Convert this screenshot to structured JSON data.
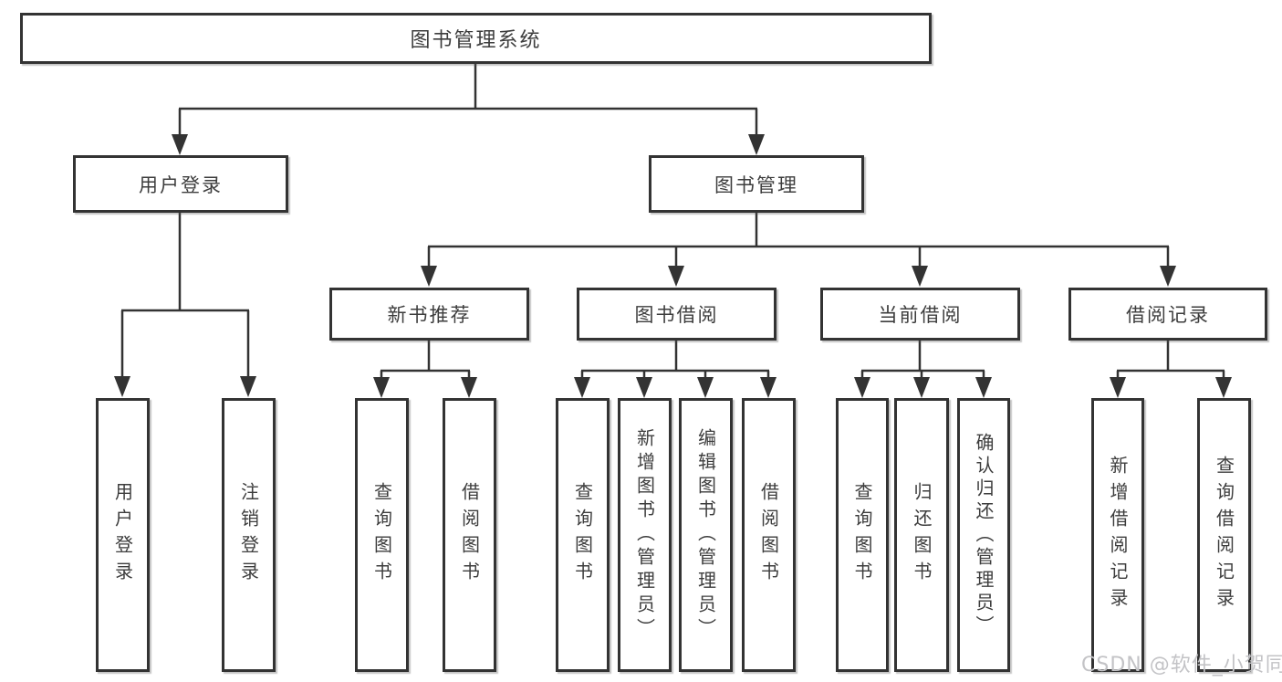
{
  "diagram_title": "图书管理系统",
  "colors": {
    "line": "#333333",
    "box_border": "#333333",
    "text": "#3d3d3d",
    "background": "#ffffff",
    "watermark": "#c3c3c6"
  },
  "nodes": {
    "root": "图书管理系统",
    "level2": {
      "user_login": "用户登录",
      "book_mgmt": "图书管理"
    },
    "level3": {
      "new_book_rec": "新书推荐",
      "book_borrow": "图书借阅",
      "current_borrow": "当前借阅",
      "borrow_record": "借阅记录"
    },
    "leaves": {
      "user_login": [
        "用户登录",
        "注销登录"
      ],
      "new_book_rec": [
        "查询图书",
        "借阅图书"
      ],
      "book_borrow": [
        "查询图书",
        "新增图书（管理员）",
        "编辑图书（管理员）",
        "借阅图书"
      ],
      "current_borrow": [
        "查询图书",
        "归还图书",
        "确认归还（管理员）"
      ],
      "borrow_record": [
        "新增借阅记录",
        "查询借阅记录"
      ]
    }
  },
  "watermark": "CSDN @软件_小贺同学"
}
